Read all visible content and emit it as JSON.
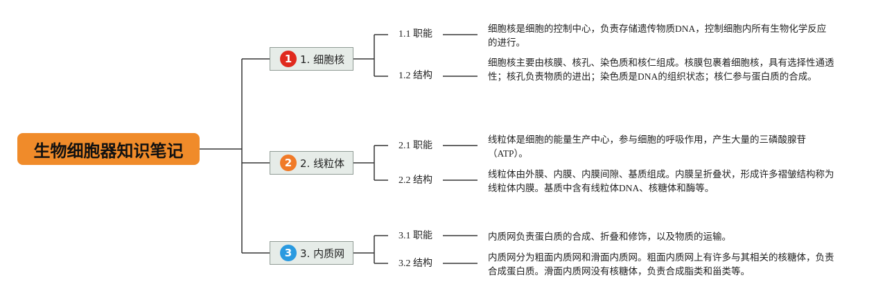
{
  "root": {
    "title": "生物细胞器知识笔记"
  },
  "topics": [
    {
      "number": "1",
      "color": "#e02a1e",
      "label": "1. 细胞核",
      "items": [
        {
          "label": "1.1 职能",
          "text": "细胞核是细胞的控制中心，负责存储遗传物质DNA，控制细胞内所有生物化学反应的进行。"
        },
        {
          "label": "1.2 结构",
          "text": "细胞核主要由核膜、核孔、染色质和核仁组成。核膜包裹着细胞核，具有选择性通透性；核孔负责物质的进出；染色质是DNA的组织状态；核仁参与蛋白质的合成。"
        }
      ]
    },
    {
      "number": "2",
      "color": "#f07a28",
      "label": "2. 线粒体",
      "items": [
        {
          "label": "2.1 职能",
          "text": "线粒体是细胞的能量生产中心，参与细胞的呼吸作用，产生大量的三磷酸腺苷（ATP）。"
        },
        {
          "label": "2.2 结构",
          "text": "线粒体由外膜、内膜、内膜间隙、基质组成。内膜呈折叠状，形成许多褶皱结构称为线粒体内膜。基质中含有线粒体DNA、核糖体和酶等。"
        }
      ]
    },
    {
      "number": "3",
      "color": "#2a9ae0",
      "label": "3. 内质网",
      "items": [
        {
          "label": "3.1 职能",
          "text": "内质网负责蛋白质的合成、折叠和修饰，以及物质的运输。"
        },
        {
          "label": "3.2 结构",
          "text": "内质网分为粗面内质网和滑面内质网。粗面内质网上有许多与其相关的核糖体，负责合成蛋白质。滑面内质网没有核糖体，负责合成脂类和甾类等。"
        }
      ]
    }
  ]
}
